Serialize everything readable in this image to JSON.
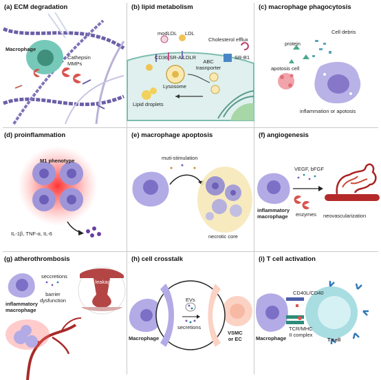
{
  "panels": {
    "a": {
      "title": "(a) ECM degradation",
      "macrophage": "Macrophage",
      "enzymes": "Cathepsin\nMMPs"
    },
    "b": {
      "title": "(b) lipid metabolism",
      "modldl": "modLDL",
      "ldl": "LDL",
      "cholesterol_efflux": "Cholesterol efflux",
      "receptors": "CD36 SR-A LDLR",
      "abc": "ABC\ntrasnporter",
      "srb1": "SR-B1",
      "lysosome": "Lysosome",
      "lipid_droplets": "Lipid droplets"
    },
    "c": {
      "title": "(c) macrophage phagocytosis",
      "cell_debris": "Cell debris",
      "protein": "protein",
      "apoptosis_cell": "apotosis cell",
      "outcome": "inflammation or apotosis"
    },
    "d": {
      "title": "(d) proinflammation",
      "phenotype": "M1 phenotype",
      "cytokines": "IL-1β, TNF-α, IL-6"
    },
    "e": {
      "title": "(e) macrophage apoptosis",
      "stimulation": "muti-stimulation",
      "core": "necrotic core"
    },
    "f": {
      "title": "(f) angiogenesis",
      "factors": "VEGF, bFGF",
      "macrophage": "inflammatory\nmacrophage",
      "enzymes": "enzymes",
      "outcome": "neovascularization"
    },
    "g": {
      "title": "(g) atherothrombosis",
      "secretions": "seccretions",
      "barrier": "barrier\ndysfunction",
      "leakage": "blood leakage",
      "macrophage": "inflammatory\nmacrophage"
    },
    "h": {
      "title": "(h) cell crosstalk",
      "evs": "EVs",
      "secretions": "secretions",
      "macrophage": "Macrophage",
      "target": "VSMC\nor EC"
    },
    "i": {
      "title": "(i) T cell activation",
      "cd40": "CD40L/CD40",
      "tcr": "TCR/MHC\nII complex",
      "macrophage": "Macrophage",
      "tcell": "T cell"
    }
  }
}
